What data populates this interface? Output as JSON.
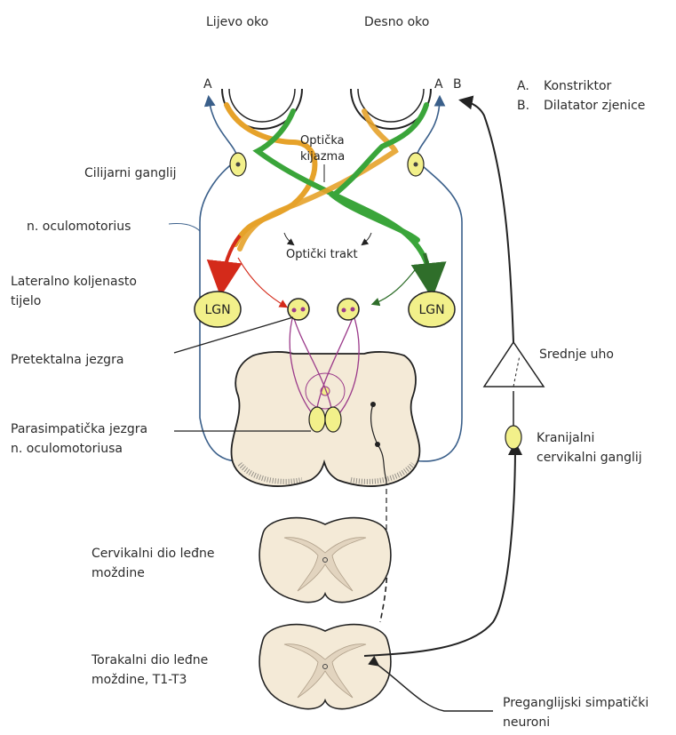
{
  "labels": {
    "left_eye": "Lijevo oko",
    "right_eye": "Desno oko",
    "a_left": "A",
    "a_right": "A",
    "b_marker": "B",
    "legend_a_key": "A.",
    "legend_a_text": "Konstriktor",
    "legend_b_key": "B.",
    "legend_b_text": "Dilatator zjenice",
    "optic_chiasm_1": "Optička",
    "optic_chiasm_2": "kijazma",
    "ciliary_ganglion": "Cilijarni ganglij",
    "oculomotor_nerve": "n. oculomotorius",
    "optic_tract": "Optički trakt",
    "lgn_1": "Lateralno koljenasto",
    "lgn_2": "tijelo",
    "lgn_left": "LGN",
    "lgn_right": "LGN",
    "pretectal": "Pretektalna jezgra",
    "middle_ear": "Srednje uho",
    "parasymp_1": "Parasimpatička jezgra",
    "parasymp_2": "n. oculomotoriusa",
    "cranial_cervical_1": "Kranijalni",
    "cranial_cervical_2": "cervikalni ganglij",
    "cervical_cord_1": "Cervikalni dio leđne",
    "cervical_cord_2": "moždine",
    "thoracic_cord_1": "Torakalni dio leđne",
    "thoracic_cord_2": "moždine, T1-T3",
    "preganglionic_1": "Preganglijski simpatički",
    "preganglionic_2": "neuroni"
  },
  "colors": {
    "outline": "#222222",
    "nerve_blue": "#3a5f8a",
    "optic_orange": "#e6a22a",
    "optic_green": "#3aa53a",
    "dark_green": "#2f6e2a",
    "red": "#d42a1a",
    "purple": "#9b3a8a",
    "tissue_fill": "#f4ead7",
    "ganglion_fill": "#f2f08a",
    "grey_matter": "#e2d4bf"
  }
}
